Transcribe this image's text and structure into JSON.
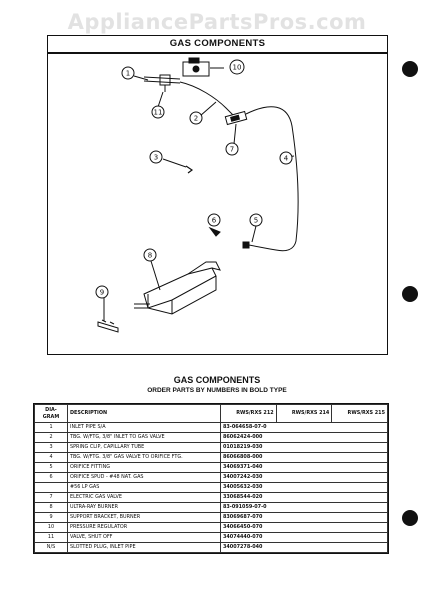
{
  "watermark": "AppliancePartsPros.com",
  "diagram": {
    "title": "GAS COMPONENTS",
    "callouts": [
      "1",
      "2",
      "3",
      "4",
      "5",
      "6",
      "7",
      "8",
      "9",
      "10",
      "11"
    ]
  },
  "table": {
    "title": "GAS COMPONENTS",
    "subtitle": "ORDER PARTS BY NUMBERS IN BOLD TYPE",
    "headers": {
      "diagram_line1": "DIA-",
      "diagram_line2": "GRAM",
      "description": "DESCRIPTION",
      "model_212": "RWS/RXS 212",
      "model_214": "RWS/RXS 214",
      "model_215": "RWS/RXS 215"
    },
    "rows": [
      {
        "num": "1",
        "desc": "INLET PIPE S/A",
        "part": "83-064658-07-0"
      },
      {
        "num": "2",
        "desc": "TBG. W/FTG, 3/8\" INLET TO GAS VALVE",
        "part": "86062424-000"
      },
      {
        "num": "3",
        "desc": "SPRING CLIP, CAPILLARY TUBE",
        "part": "01018219-030"
      },
      {
        "num": "4",
        "desc": "TBG. W/FTG. 3/8\" GAS VALVE TO ORIFICE FTG.",
        "part": "86066808-000"
      },
      {
        "num": "5",
        "desc": "ORIFICE FITTING",
        "part": "34069371-040"
      },
      {
        "num": "6",
        "desc": "ORIFICE SPUD - #48 NAT. GAS",
        "part": "34007242-030"
      },
      {
        "num": "",
        "desc": "#56 LP GAS",
        "part": "34005632-030"
      },
      {
        "num": "7",
        "desc": "ELECTRIC GAS VALVE",
        "part": "33068544-020"
      },
      {
        "num": "8",
        "desc": "ULTRA-RAY BURNER",
        "part": "83-091059-07-0"
      },
      {
        "num": "9",
        "desc": "SUPPORT BRACKET, BURNER",
        "part": "83069687-070"
      },
      {
        "num": "10",
        "desc": "PRESSURE REGULATOR",
        "part": "34066450-070"
      },
      {
        "num": "11",
        "desc": "VALVE, SHUT OFF",
        "part": "34074440-070"
      },
      {
        "num": "N/S",
        "desc": "SLOTTED PLUG, INLET PIPE",
        "part": "34007278-040"
      }
    ]
  }
}
